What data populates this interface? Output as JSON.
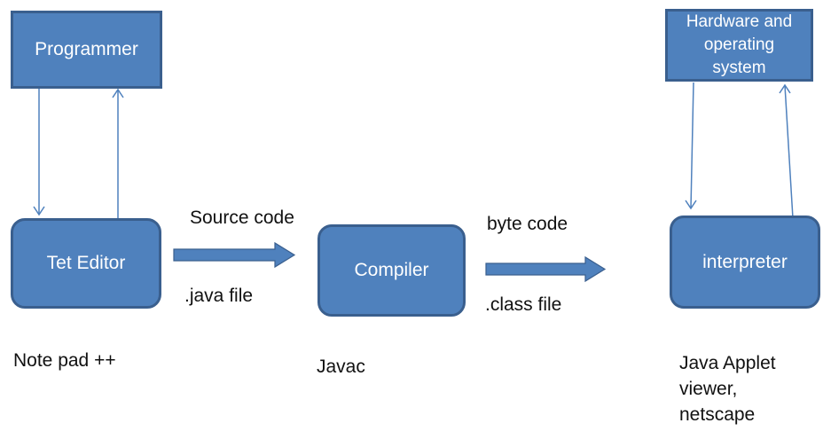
{
  "boxes": {
    "programmer": "Programmer",
    "hardware": "Hardware and operating system",
    "editor": "Tet Editor",
    "compiler": "Compiler",
    "interpreter": "interpreter"
  },
  "labels": {
    "source_code": "Source code",
    "java_file": ".java file",
    "byte_code": "byte code",
    "class_file": ".class file",
    "notepad": "Note pad ++",
    "javac": "Javac",
    "applet_viewer": "Java Applet viewer, netscape"
  },
  "colors": {
    "box_fill": "#4f81bd",
    "box_border": "#3a5f8e",
    "connector": "#4f81bd",
    "box_text": "#ffffff",
    "label_text": "#111111",
    "background": "#ffffff"
  }
}
